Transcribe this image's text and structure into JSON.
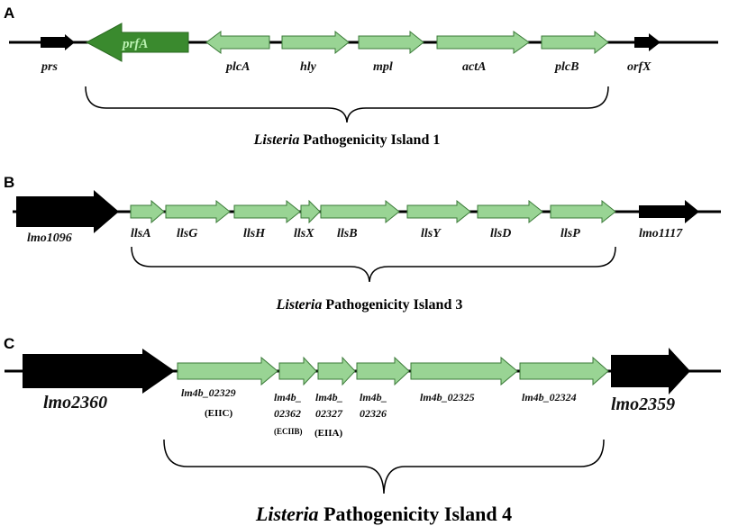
{
  "colors": {
    "light_gene": "#99d494",
    "light_stroke": "#3b7a38",
    "dark_green_gene": "#3a8a2e",
    "flank_gene": "#000000",
    "line": "#000000"
  },
  "panels": {
    "A": {
      "letter": "A",
      "caption_italic": "Listeria",
      "caption_rest": " Pathogenicity Island 1",
      "genes": [
        {
          "name": "prs",
          "type": "flank",
          "dir": "right"
        },
        {
          "name": "prfA",
          "type": "regulator",
          "dir": "left"
        },
        {
          "name": "plcA",
          "type": "island",
          "dir": "left"
        },
        {
          "name": "hly",
          "type": "island",
          "dir": "right"
        },
        {
          "name": "mpl",
          "type": "island",
          "dir": "right"
        },
        {
          "name": "actA",
          "type": "island",
          "dir": "right"
        },
        {
          "name": "plcB",
          "type": "island",
          "dir": "right"
        },
        {
          "name": "orfX",
          "type": "flank",
          "dir": "right"
        }
      ]
    },
    "B": {
      "letter": "B",
      "caption_italic": "Listeria",
      "caption_rest": " Pathogenicity Island 3",
      "genes": [
        {
          "name": "lmo1096",
          "type": "flank",
          "dir": "right"
        },
        {
          "name": "llsA",
          "type": "island",
          "dir": "right"
        },
        {
          "name": "llsG",
          "type": "island",
          "dir": "right"
        },
        {
          "name": "llsH",
          "type": "island",
          "dir": "right"
        },
        {
          "name": "llsX",
          "type": "island",
          "dir": "right"
        },
        {
          "name": "llsB",
          "type": "island",
          "dir": "right"
        },
        {
          "name": "llsY",
          "type": "island",
          "dir": "right"
        },
        {
          "name": "llsD",
          "type": "island",
          "dir": "right"
        },
        {
          "name": "llsP",
          "type": "island",
          "dir": "right"
        },
        {
          "name": "lmo1117",
          "type": "flank",
          "dir": "right"
        }
      ]
    },
    "C": {
      "letter": "C",
      "caption_italic": "Listeria",
      "caption_rest": " Pathogenicity Island 4",
      "genes": [
        {
          "name": "lmo2360",
          "type": "flank",
          "dir": "right"
        },
        {
          "name": "lm4b_02329",
          "line1": "lm4b_02329",
          "sub": "(EIIC)",
          "type": "island",
          "dir": "right"
        },
        {
          "name": "lm4b_02362",
          "line1": "lm4b_",
          "line2": "02362",
          "sub": "(ECIIB)",
          "type": "island",
          "dir": "right"
        },
        {
          "name": "lm4b_02327",
          "line1": "lm4b_",
          "line2": "02327",
          "sub": "(EIIA)",
          "type": "island",
          "dir": "right"
        },
        {
          "name": "lm4b_02326",
          "line1": "lm4b_",
          "line2": "02326",
          "type": "island",
          "dir": "right"
        },
        {
          "name": "lm4b_02325",
          "line1": "lm4b_02325",
          "type": "island",
          "dir": "right"
        },
        {
          "name": "lm4b_02324",
          "line1": "lm4b_02324",
          "type": "island",
          "dir": "right"
        },
        {
          "name": "lmo2359",
          "type": "flank",
          "dir": "right"
        }
      ]
    }
  }
}
